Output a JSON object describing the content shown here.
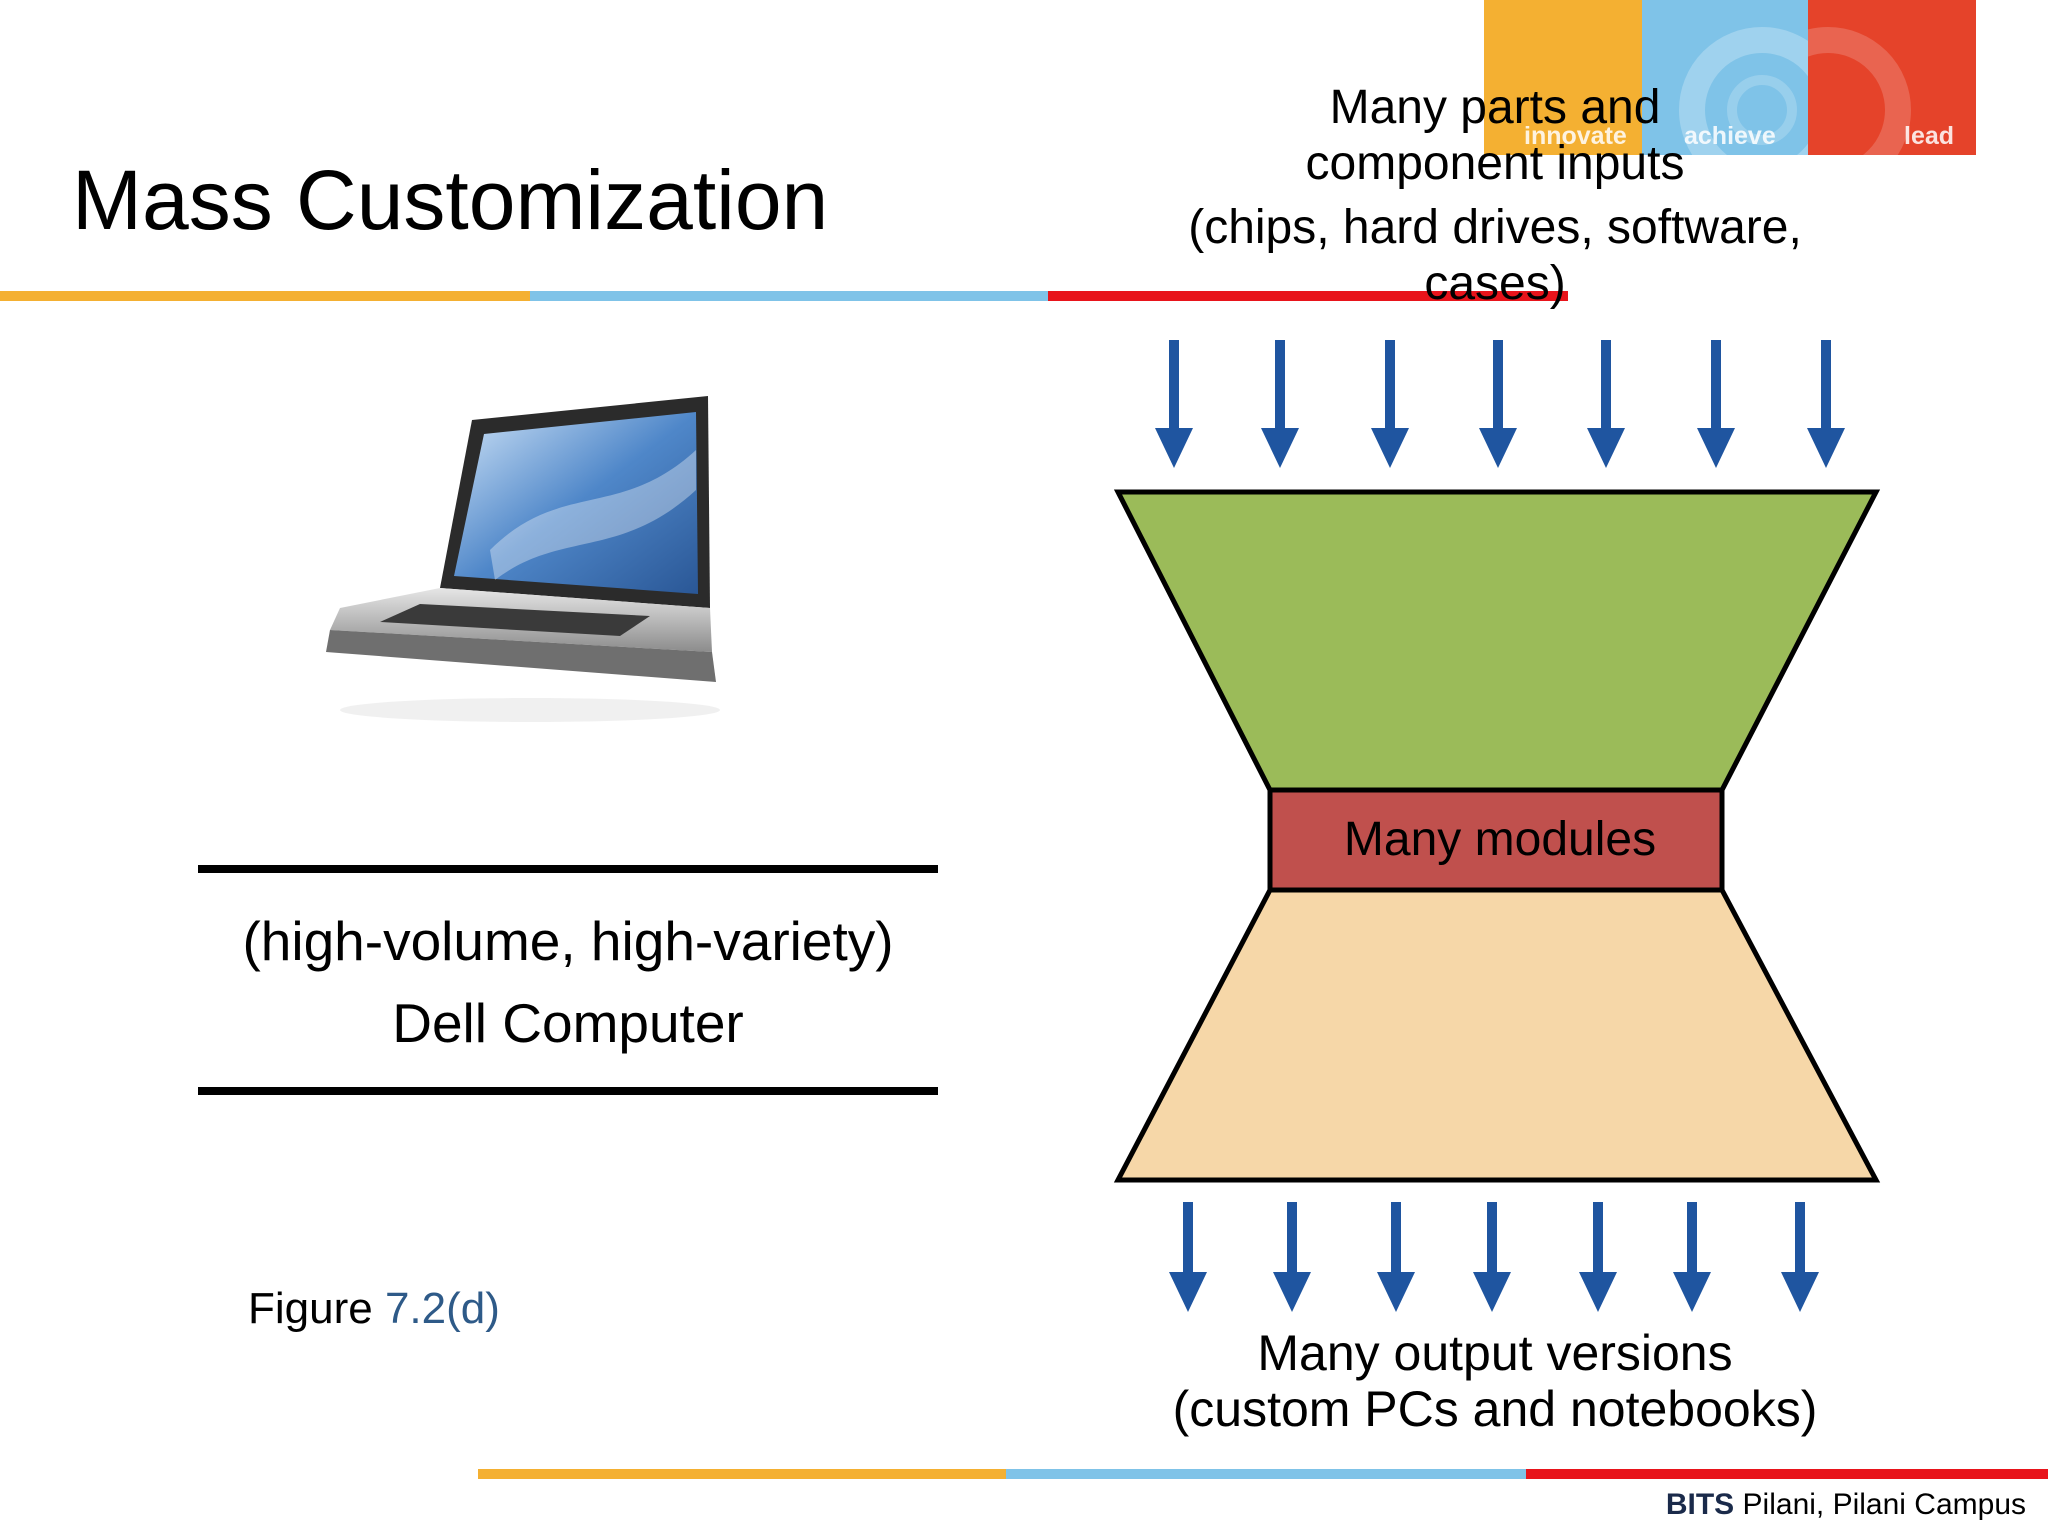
{
  "slide": {
    "title": "Mass Customization",
    "brand": {
      "words": [
        "innovate",
        "achieve",
        "lead"
      ],
      "colors": [
        "#f4b032",
        "#7fc3e8",
        "#e5432a"
      ]
    },
    "bar_colors": [
      "#f4b032",
      "#7fc3e8",
      "#e8141b"
    ],
    "diagram": {
      "input_lines": [
        "Many parts and",
        "component inputs",
        "(chips, hard drives, software,",
        "cases)"
      ],
      "middle_label": "Many modules",
      "output_lines": [
        "Many output versions",
        "(custom PCs and notebooks)"
      ],
      "colors": {
        "top_trapezoid": "#9bbb59",
        "middle_box": "#c0504d",
        "bottom_trapezoid": "#f6d7a8",
        "arrows": "#1f55a0"
      }
    },
    "left_box": {
      "line1": "(high-volume, high-variety)",
      "line2": "Dell Computer"
    },
    "figure": {
      "prefix": "Figure ",
      "number": "7.2(d)"
    },
    "footer": {
      "bold": "BITS",
      "rest": " Pilani, Pilani Campus"
    }
  }
}
